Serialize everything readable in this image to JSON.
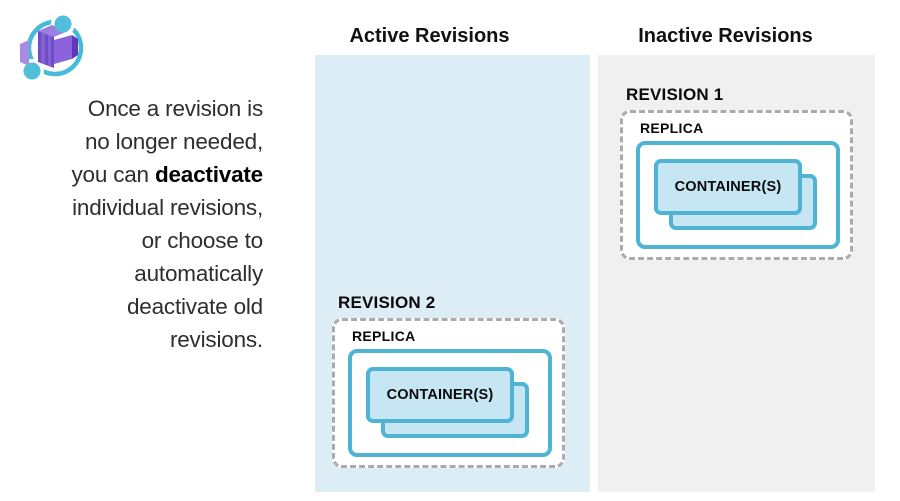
{
  "icons": {
    "logo": "azure-container-apps-logo"
  },
  "intro": {
    "line1": "Once a revision is",
    "line2": "no longer needed,",
    "line3_prefix": "you can ",
    "line3_bold": "deactivate",
    "line4": "individual revisions,",
    "line5": "or choose to",
    "line6": "automatically",
    "line7": "deactivate old",
    "line8": "revisions."
  },
  "columns": {
    "active": {
      "title": "Active Revisions",
      "revision": {
        "label": "REVISION 2",
        "replica": "REPLICA",
        "container": "CONTAINER(S)"
      }
    },
    "inactive": {
      "title": "Inactive Revisions",
      "revision": {
        "label": "REVISION 1",
        "replica": "REPLICA",
        "container": "CONTAINER(S)"
      }
    }
  },
  "colors": {
    "active_panel_bg": "#DCEDF6",
    "inactive_panel_bg": "#F0F0F0",
    "box_border_blue": "#4FB3D4",
    "container_fill": "#C5E6F2",
    "dashed_border": "#ABABAB",
    "logo_purple": "#6F4BC9",
    "logo_cyan": "#4FBFDC"
  }
}
